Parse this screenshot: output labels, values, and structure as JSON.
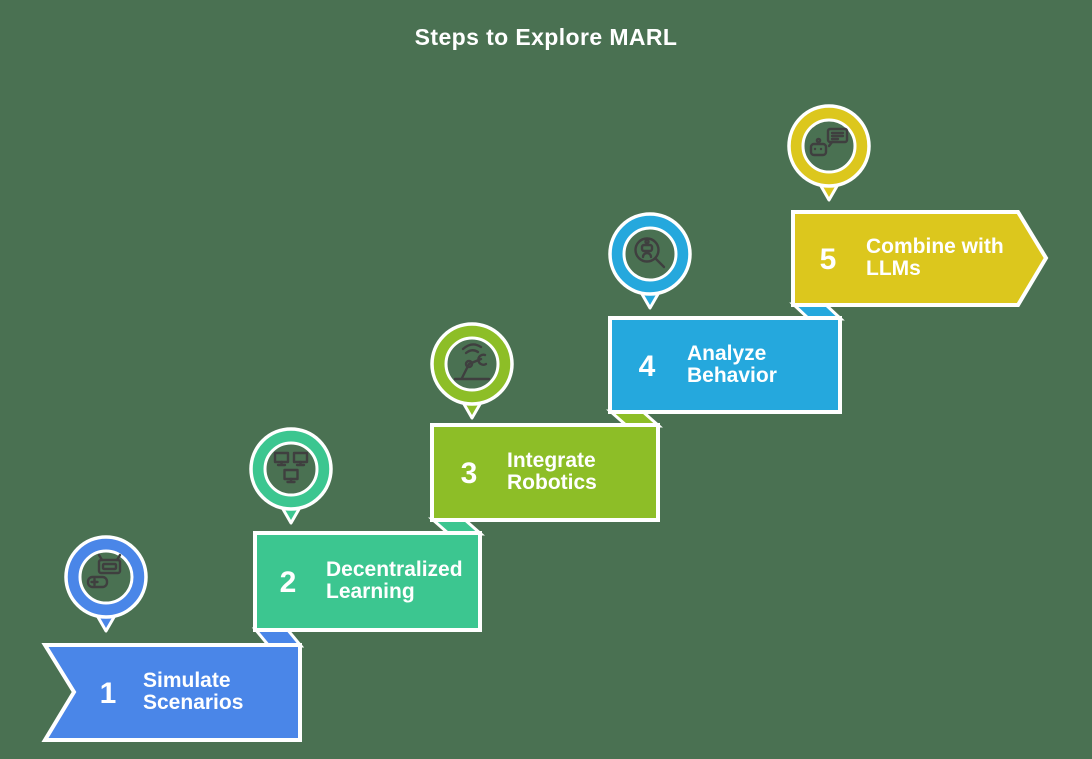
{
  "canvas": {
    "background": "#4a7152",
    "outline_white": "#ffffff",
    "icon_stroke": "#3f3f3f"
  },
  "title": {
    "text": "Steps to Explore MARL",
    "color": "#464646"
  },
  "text_color": "#ffffff",
  "steps": [
    {
      "number": "1",
      "label": "Simulate Scenarios",
      "label_lines": [
        "Simulate",
        "Scenarios"
      ],
      "color": "#4a86e8",
      "icon": "robot-gamepad-icon"
    },
    {
      "number": "2",
      "label": "Decentralized Learning",
      "label_lines": [
        "Decentralized",
        "Learning"
      ],
      "color": "#3cc690",
      "icon": "networked-computers-icon"
    },
    {
      "number": "3",
      "label": "Integrate Robotics",
      "label_lines": [
        "Integrate",
        "Robotics"
      ],
      "color": "#8dbe27",
      "icon": "robot-arm-icon"
    },
    {
      "number": "4",
      "label": "Analyze Behavior",
      "label_lines": [
        "Analyze",
        "Behavior"
      ],
      "color": "#25a8dd",
      "icon": "magnifier-robot-icon"
    },
    {
      "number": "5",
      "label": "Combine with LLMs",
      "label_lines": [
        "Combine with",
        "LLMs"
      ],
      "color": "#dcc71d",
      "icon": "robot-chat-icon"
    }
  ]
}
